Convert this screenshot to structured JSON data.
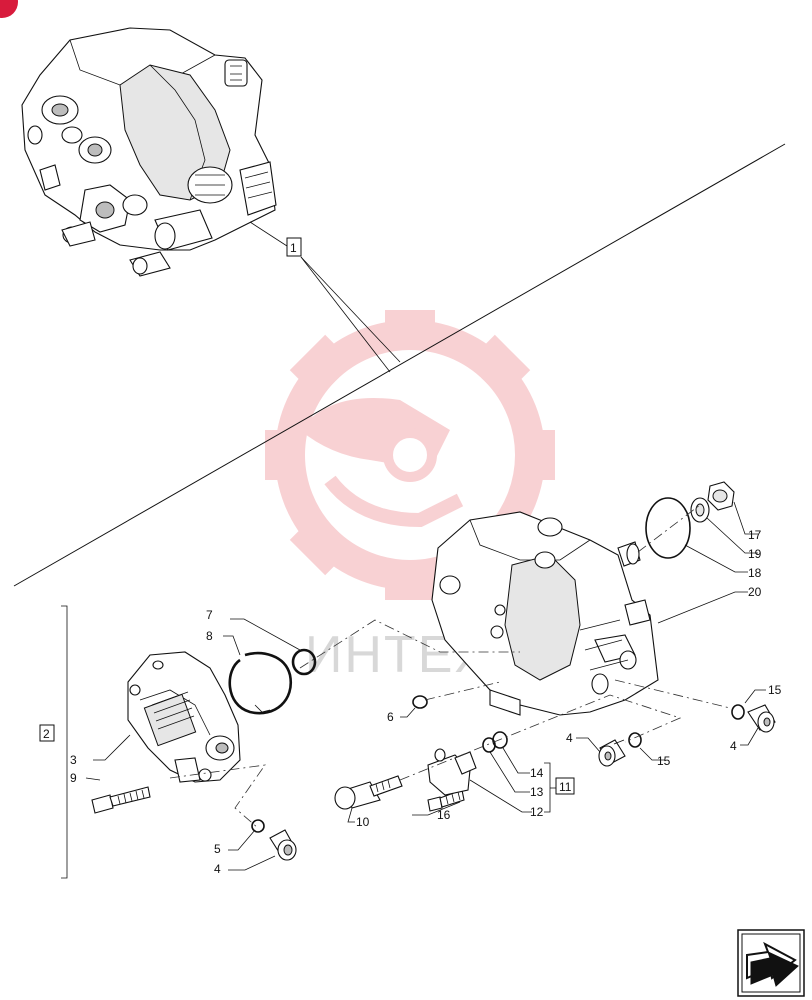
{
  "labels": {
    "l1": "1",
    "l2": "2",
    "l3": "3",
    "l4a": "4",
    "l4b": "4",
    "l4c": "4",
    "l5": "5",
    "l6": "6",
    "l7": "7",
    "l8": "8",
    "l9": "9",
    "l10": "10",
    "l11": "11",
    "l12": "12",
    "l13": "13",
    "l14": "14",
    "l15a": "15",
    "l15b": "15",
    "l16": "16",
    "l17": "17",
    "l18": "18",
    "l19": "19",
    "l20": "20"
  },
  "watermark": {
    "text": "ИНТЕХ"
  },
  "colors": {
    "line": "#111111",
    "watermark": "#f7c9cc",
    "corner_badge": "#d81b3c"
  },
  "icons": {
    "nav": "next-page-arrow-icon",
    "logo": "gear-logo-icon"
  }
}
